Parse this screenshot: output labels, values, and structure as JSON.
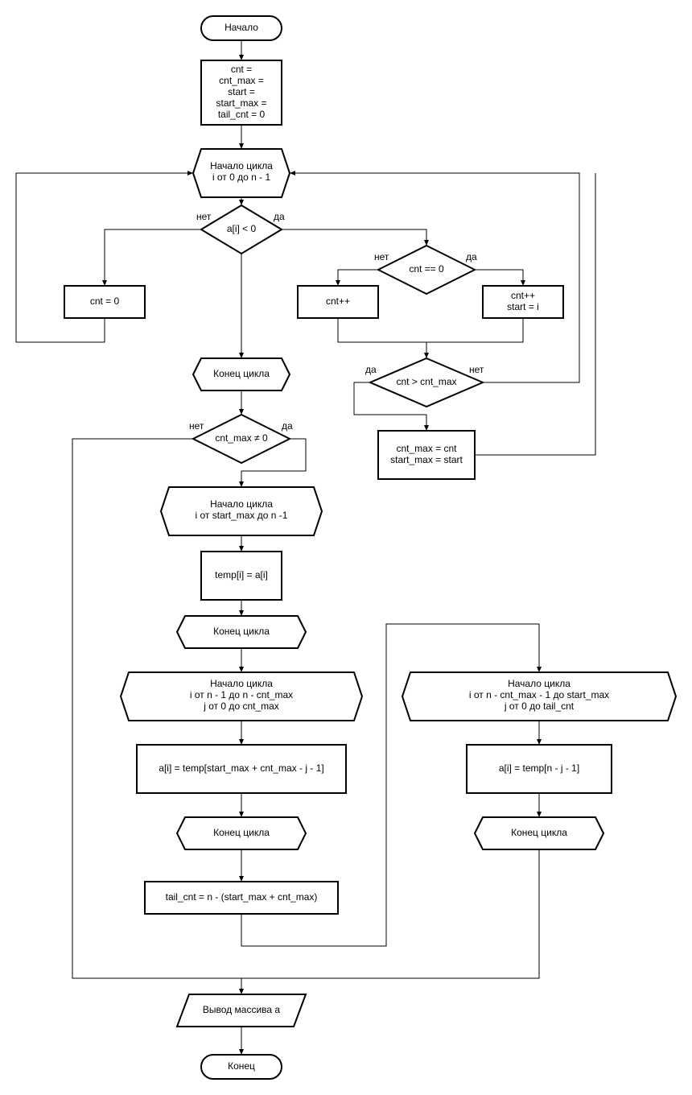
{
  "flowchart": {
    "start": "Начало",
    "init": [
      "cnt =",
      "cnt_max =",
      "start =",
      "start_max =",
      "tail_cnt = 0"
    ],
    "loop1_start": [
      "Начало цикла",
      "i от 0 до n - 1"
    ],
    "cond_neg": "a[i] < 0",
    "cnt_reset": "cnt = 0",
    "cond_cnt_zero": "cnt == 0",
    "cnt_inc": "cnt++",
    "cnt_inc_start": [
      "cnt++",
      "start = i"
    ],
    "cond_cnt_gt_max": "cnt > cnt_max",
    "update_max": [
      "cnt_max = cnt",
      "start_max = start"
    ],
    "loop1_end": "Конец цикла",
    "cond_cnt_max_nonzero": "cnt_max ≠ 0",
    "loop2_start": [
      "Начало цикла",
      "i от start_max до n -1"
    ],
    "copy_temp": "temp[i] = a[i]",
    "loop2_end": "Конец цикла",
    "loop3_start": [
      "Начало цикла",
      "i от n - 1 до n - cnt_max",
      "j от 0 до cnt_max"
    ],
    "assign_reverse": "a[i] = temp[start_max + cnt_max - j - 1]",
    "loop3_end": "Конец цикла",
    "tail_calc": "tail_cnt = n - (start_max + cnt_max)",
    "loop4_start": [
      "Начало цикла",
      "i от n - cnt_max - 1 до start_max",
      "j от 0 до tail_cnt"
    ],
    "assign_tail": "a[i] = temp[n - j - 1]",
    "loop4_end": "Конец цикла",
    "output": "Вывод массива a",
    "end": "Конец"
  },
  "labels": {
    "yes": "да",
    "no": "нет"
  }
}
